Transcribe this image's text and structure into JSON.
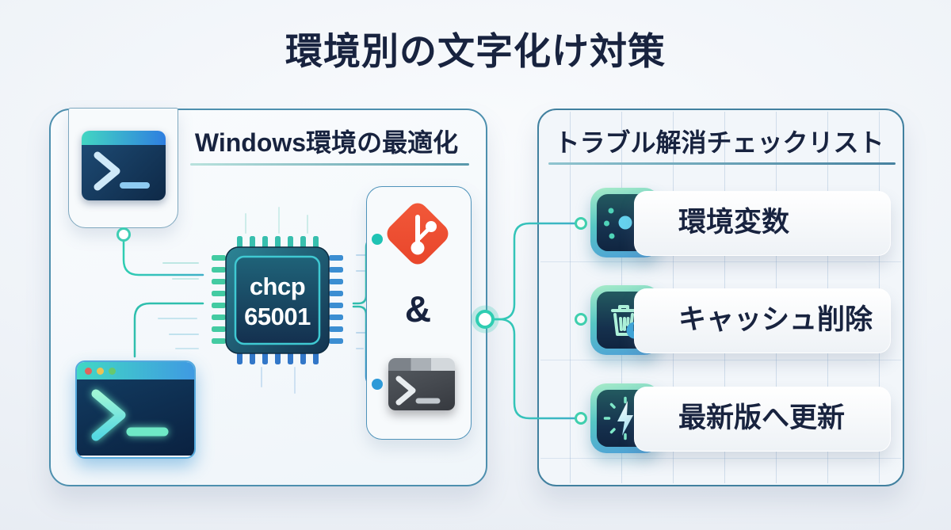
{
  "title": "環境別の文字化け対策",
  "left_panel": {
    "header": "Windows環境の最適化",
    "chip": {
      "line1": "chcp",
      "line2": "65001"
    },
    "amp": "&",
    "icons": [
      "terminal-icon",
      "powershell-terminal-icon",
      "git-icon",
      "cmd-terminal-icon",
      "cpu-chip-icon"
    ]
  },
  "right_panel": {
    "header": "トラブル解消チェックリスト",
    "items": [
      {
        "label": "環境変数",
        "icon": "adjust-settings-icon"
      },
      {
        "label": "キャッシュ削除",
        "icon": "trash-clock-icon"
      },
      {
        "label": "最新版へ更新",
        "icon": "bolt-update-icon"
      }
    ]
  },
  "colors": {
    "navy": "#18233f",
    "accent_teal": "#2fc9ae",
    "accent_blue": "#2e8fd0",
    "panel_border_left": "#4d8fae",
    "panel_border_right": "#41809f",
    "git_orange": "#f04e32"
  }
}
